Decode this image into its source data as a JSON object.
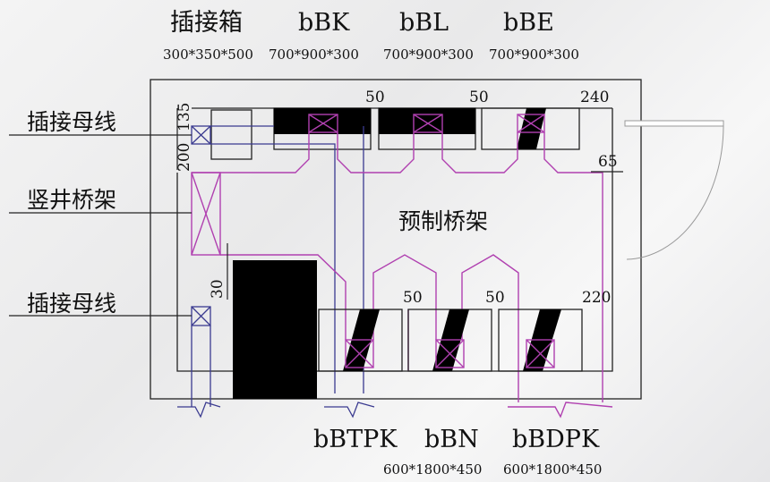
{
  "top_labels": [
    {
      "name": "插接箱",
      "size": "300*350*500"
    },
    {
      "name": "bBK",
      "size": "700*900*300"
    },
    {
      "name": "bBL",
      "size": "700*900*300"
    },
    {
      "name": "bBE",
      "size": "700*900*300"
    }
  ],
  "bottom_labels": [
    {
      "name": "bBTPK",
      "size": "600*1800*450"
    },
    {
      "name": "bBN"
    },
    {
      "name": "bBDPK",
      "size": "600*1800*450"
    }
  ],
  "left_labels": [
    "插接母线",
    "竖井桥架",
    "插接母线"
  ],
  "center_label": "预制桥架",
  "dimensions": {
    "top_gap1": "50",
    "top_gap2": "50",
    "top_right": "240",
    "right_gap": "65",
    "left_135": "135",
    "left_200": "200",
    "left_30": "30",
    "bottom_gap1": "50",
    "bottom_gap2": "50",
    "bottom_right": "220"
  },
  "colors": {
    "busbar": "#b040b0",
    "conduit": "#3a3a90",
    "outline": "#222222"
  }
}
